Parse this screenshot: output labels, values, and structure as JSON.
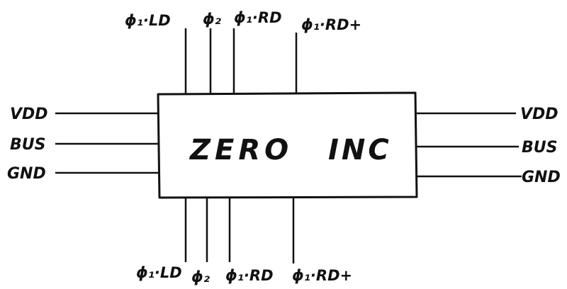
{
  "block": {
    "title_left": "ZERO",
    "title_right": "INC"
  },
  "left_pins": {
    "vdd": "VDD",
    "bus": "BUS",
    "gnd": "GND"
  },
  "right_pins": {
    "vdd": "VDD",
    "bus": "BUS",
    "gnd": "GND"
  },
  "top_pins": {
    "p1": "ϕ₁·LD",
    "p2": "ϕ₂",
    "p3": "ϕ₁·RD",
    "p4": "ϕ₁·RD+"
  },
  "bottom_pins": {
    "p1": "ϕ₁·LD",
    "p2": "ϕ₂",
    "p3": "ϕ₁·RD",
    "p4": "ϕ₁·RD+"
  }
}
